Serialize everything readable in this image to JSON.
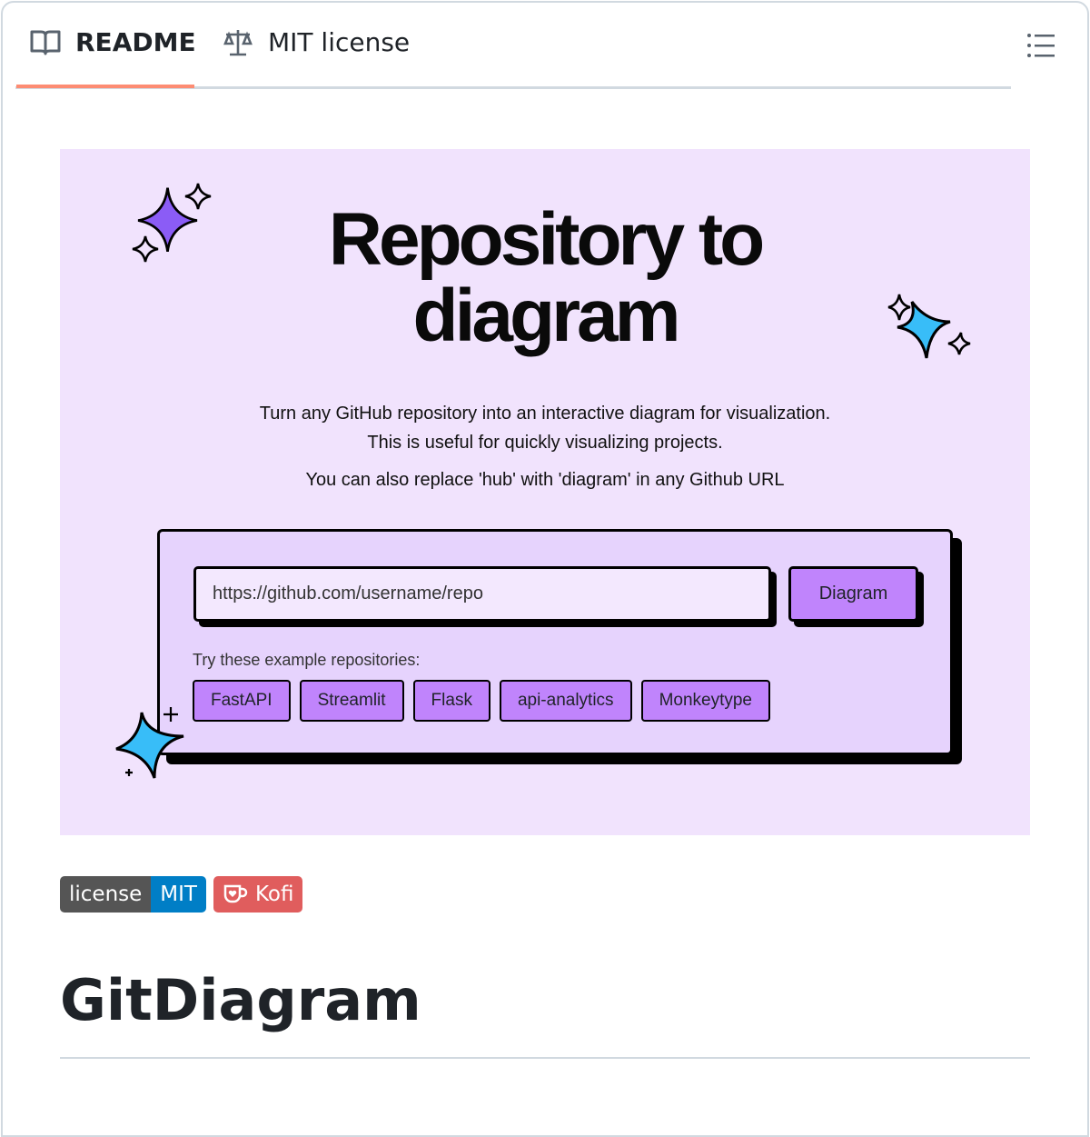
{
  "tabs": [
    {
      "label": "README",
      "icon": "book-icon"
    },
    {
      "label": "MIT license",
      "icon": "scale-icon"
    }
  ],
  "banner": {
    "title_line1": "Repository to",
    "title_line2": "diagram",
    "desc1": "Turn any GitHub repository into an interactive diagram for visualization.",
    "desc2": "This is useful for quickly visualizing projects.",
    "desc3": "You can also replace 'hub' with 'diagram' in any Github URL",
    "input_value": "https://github.com/username/repo",
    "button": "Diagram",
    "examples_label": "Try these example repositories:",
    "examples": [
      "FastAPI",
      "Streamlit",
      "Flask",
      "api-analytics",
      "Monkeytype"
    ]
  },
  "badges": {
    "license_left": "license",
    "license_right": "MIT",
    "kofi": "Kofi"
  },
  "heading": "GitDiagram",
  "colors": {
    "accent": "#fd8c73",
    "purple": "#c084fc",
    "banner_bg": "#f1e3fd",
    "cyan": "#38bdf8"
  }
}
